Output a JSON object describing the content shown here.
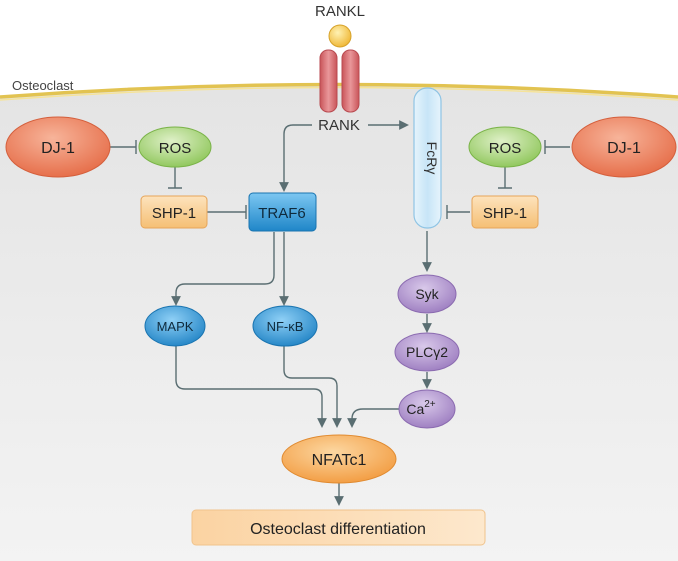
{
  "labels": {
    "rankl": "RANKL",
    "rank": "RANK",
    "osteoclast": "Osteoclast",
    "fcrg": "FcRγ",
    "dj1_left": "DJ-1",
    "dj1_right": "DJ-1",
    "ros_left": "ROS",
    "ros_right": "ROS",
    "shp1_left": "SHP-1",
    "shp1_right": "SHP-1",
    "traf6": "TRAF6",
    "mapk": "MAPK",
    "nfkb": "NF-κB",
    "syk": "Syk",
    "plcg2": "PLCγ2",
    "ca": "Ca",
    "ca_sup": "2+",
    "nfatc1": "NFATc1",
    "differentiation": "Osteoclast differentiation"
  },
  "colors": {
    "cell_fill": "#ececec",
    "membrane": "#e8c95a",
    "dj1": "#e8734f",
    "ros": "#9bcf6a",
    "shp1": "#f6c27e",
    "traf6": "#2a93d2",
    "blue_node": "#2a8fd0",
    "purple_node": "#a98bc8",
    "nfatc1": "#f5a14a",
    "fcrg": "#cfe8f8",
    "receptor": "#d8696e",
    "ligand": "#f4c24a",
    "arrow": "#5a6e72"
  }
}
